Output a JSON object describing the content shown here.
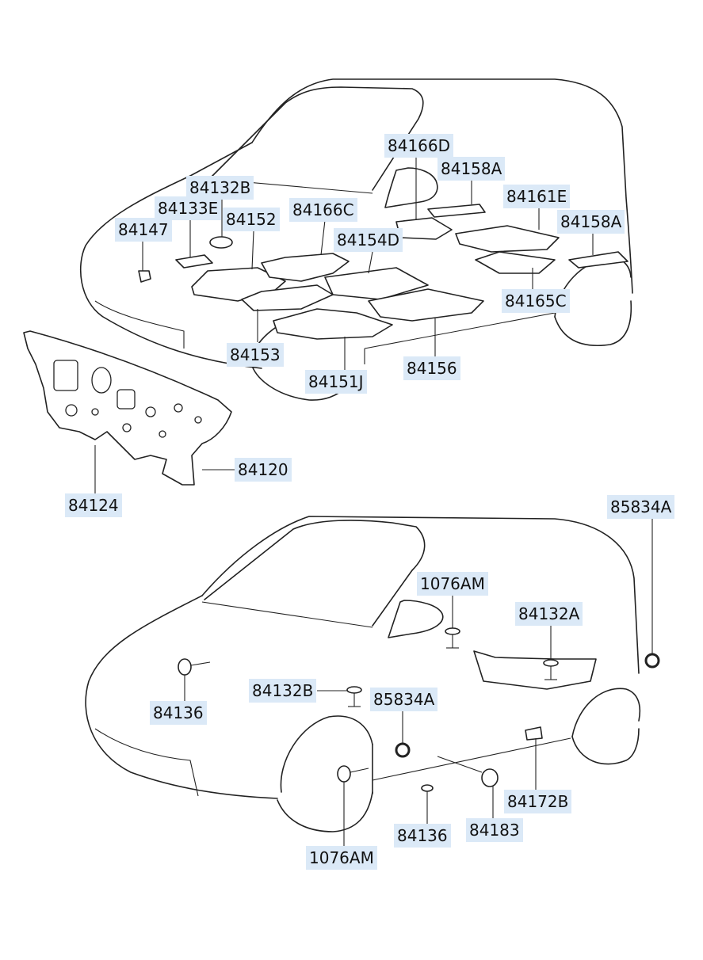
{
  "callouts": {
    "c84166D": "84166D",
    "c84158A_top": "84158A",
    "c84132B_top": "84132B",
    "c84161E": "84161E",
    "c84133E": "84133E",
    "c84152": "84152",
    "c84166C": "84166C",
    "c84158A_right": "84158A",
    "c84147": "84147",
    "c84154D": "84154D",
    "c84165C": "84165C",
    "c84153": "84153",
    "c84156": "84156",
    "c84151J": "84151J",
    "c84120": "84120",
    "c84124": "84124",
    "c85834A_top": "85834A",
    "c1076AM_top": "1076AM",
    "c84132A": "84132A",
    "c84132B_bottom": "84132B",
    "c85834A_mid": "85834A",
    "c84136_left": "84136",
    "c84172B": "84172B",
    "c84183": "84183",
    "c84136_bottom": "84136",
    "c1076AM_bottom": "1076AM"
  }
}
